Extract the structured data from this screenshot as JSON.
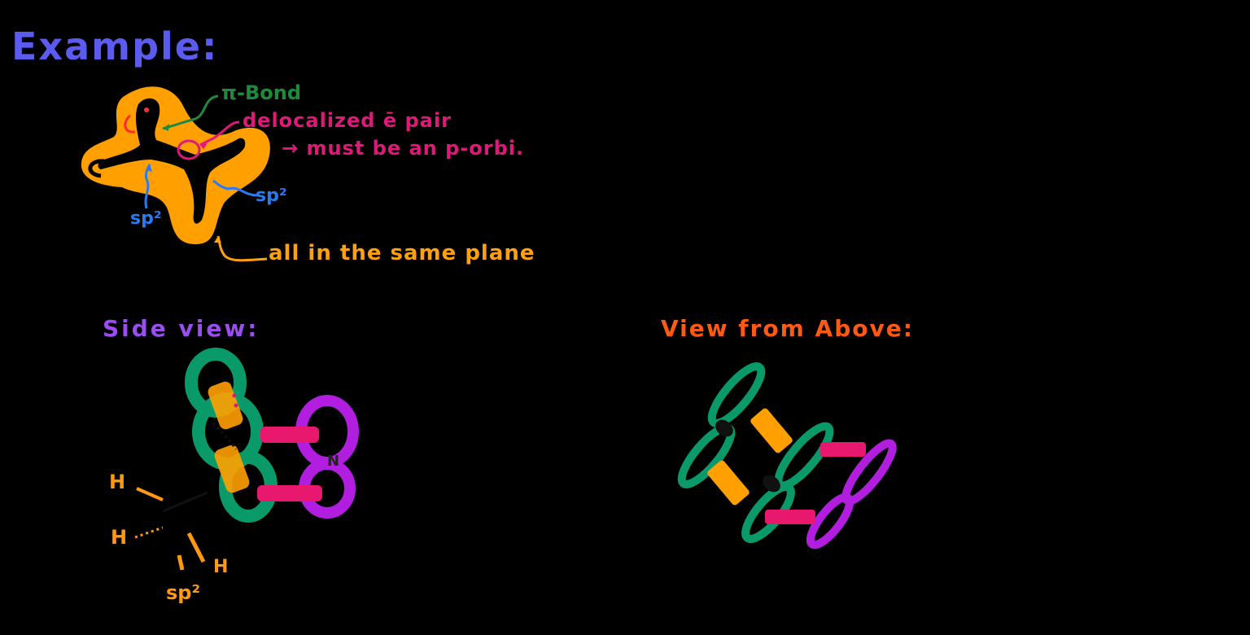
{
  "colors": {
    "background": "#000000",
    "title": "#5b5bf0",
    "pi_bond": "#1f8a3a",
    "delocalized": "#e0187a",
    "sp2": "#2a7af0",
    "orbital_orange": "#ffa000",
    "plane_text": "#ffa010",
    "side_view": "#9b4ef0",
    "above_view": "#ff5a14",
    "green_orbital": "#0a9a6a",
    "purple_orbital": "#b21ee0",
    "pink_overlap": "#e8186e",
    "molecule_black": "#000000",
    "hydrogen_text": "#ff9a10"
  },
  "header": {
    "title": "Example:"
  },
  "top_diagram": {
    "labels": {
      "pi_bond": "π-Bond",
      "delocalized_line1": "delocalized ē pair",
      "delocalized_line2": "→ must be an p-orbi.",
      "sp2_left": "sp²",
      "sp2_right": "sp²",
      "plane": "all in the same plane"
    }
  },
  "side_view": {
    "title": "Side view:",
    "atom_labels": {
      "h1": "H",
      "h2": "H",
      "h3": "H",
      "sp2": "sp²"
    },
    "bond_letter": "N"
  },
  "above_view": {
    "title": "View from Above:"
  }
}
